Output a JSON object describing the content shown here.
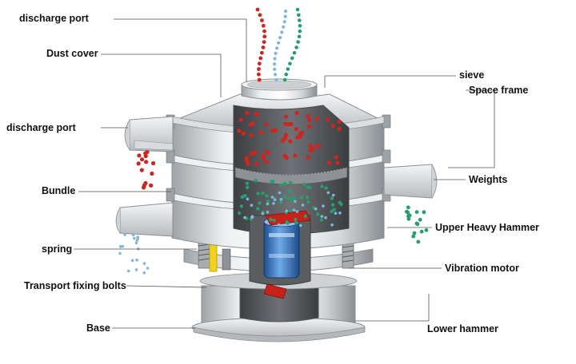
{
  "labels": {
    "discharge_port_top": "discharge port",
    "dust_cover": "Dust cover",
    "discharge_port_side": "discharge port",
    "bundle": "Bundle",
    "spring": "spring",
    "transport_fixing_bolts": "Transport fixing bolts",
    "base": "Base",
    "sieve": "sieve",
    "space_frame": "Space frame",
    "weights": "Weights",
    "upper_heavy_hammer": "Upper Heavy Hammer",
    "vibration_motor": "Vibration motor",
    "lower_hammer": "Lower hammer"
  },
  "colors": {
    "steel_light": "#e4e6e8",
    "steel_dark": "#8d9296",
    "interior": "#4a4d50",
    "particle_red": "#d6221c",
    "particle_green": "#23a06b",
    "particle_blue": "#7fb6e0",
    "motor_blue": "#2f6fc0",
    "spring_yellow": "#f0d21c",
    "hammer_red": "#c8201a"
  }
}
